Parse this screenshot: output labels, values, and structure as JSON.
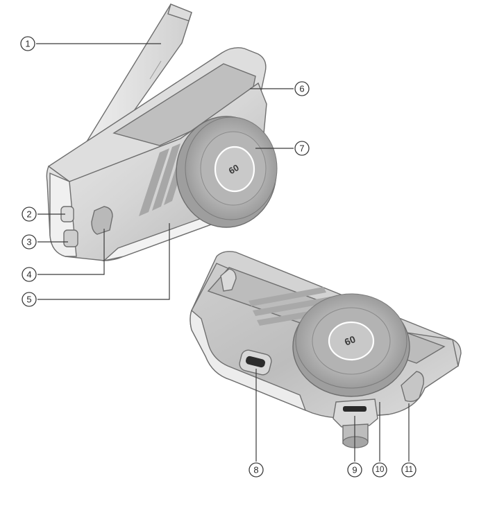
{
  "device_logo_text": "60",
  "callouts": [
    {
      "id": "1"
    },
    {
      "id": "2"
    },
    {
      "id": "3"
    },
    {
      "id": "4"
    },
    {
      "id": "5"
    },
    {
      "id": "6"
    },
    {
      "id": "7"
    },
    {
      "id": "8"
    },
    {
      "id": "9"
    },
    {
      "id": "10"
    },
    {
      "id": "11"
    }
  ],
  "colors": {
    "body_light": "#e4e4e4",
    "body_mid": "#c9c9c9",
    "body_dark": "#9a9a9a",
    "wheel_outer": "#a8a8a8",
    "wheel_inner": "#d2d2d2",
    "line": "#3a3a3a"
  }
}
